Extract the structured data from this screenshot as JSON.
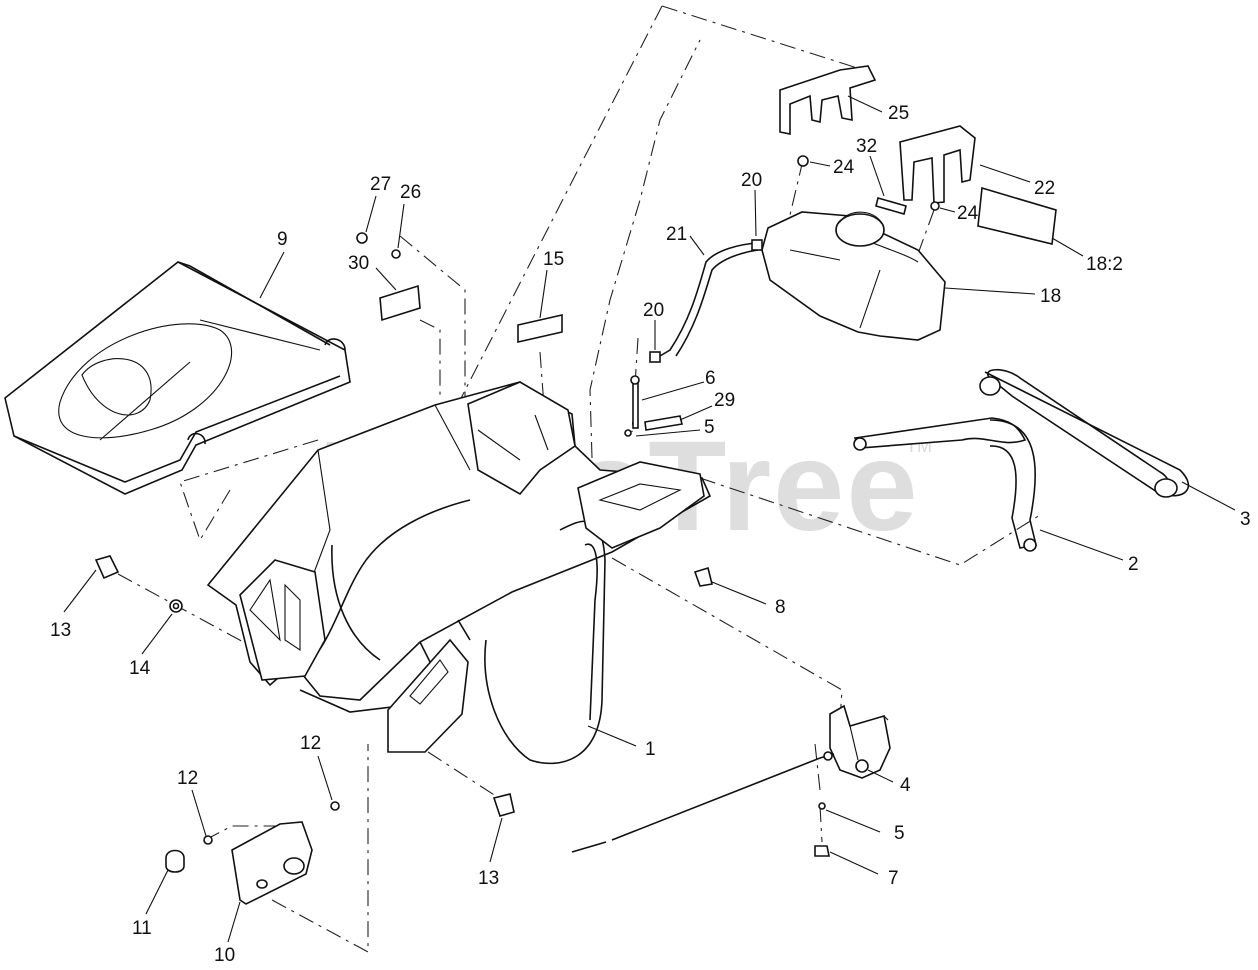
{
  "watermark": {
    "text": "PartsTree",
    "mark": "TM"
  },
  "callouts": [
    {
      "id": "c27",
      "text": "27"
    },
    {
      "id": "c26",
      "text": "26"
    },
    {
      "id": "c9",
      "text": "9"
    },
    {
      "id": "c30",
      "text": "30"
    },
    {
      "id": "c15",
      "text": "15"
    },
    {
      "id": "c21",
      "text": "21"
    },
    {
      "id": "c20a",
      "text": "20"
    },
    {
      "id": "c20b",
      "text": "20"
    },
    {
      "id": "c25",
      "text": "25"
    },
    {
      "id": "c24a",
      "text": "24"
    },
    {
      "id": "c32",
      "text": "32"
    },
    {
      "id": "c22",
      "text": "22"
    },
    {
      "id": "c24b",
      "text": "24"
    },
    {
      "id": "c182",
      "text": "18:2"
    },
    {
      "id": "c18",
      "text": "18"
    },
    {
      "id": "c6",
      "text": "6"
    },
    {
      "id": "c29",
      "text": "29"
    },
    {
      "id": "c5a",
      "text": "5"
    },
    {
      "id": "c3",
      "text": "3"
    },
    {
      "id": "c2",
      "text": "2"
    },
    {
      "id": "c8",
      "text": "8"
    },
    {
      "id": "c13a",
      "text": "13"
    },
    {
      "id": "c14",
      "text": "14"
    },
    {
      "id": "c1",
      "text": "1"
    },
    {
      "id": "c12a",
      "text": "12"
    },
    {
      "id": "c12b",
      "text": "12"
    },
    {
      "id": "c4",
      "text": "4"
    },
    {
      "id": "c5b",
      "text": "5"
    },
    {
      "id": "c7",
      "text": "7"
    },
    {
      "id": "c11",
      "text": "11"
    },
    {
      "id": "c13b",
      "text": "13"
    },
    {
      "id": "c10",
      "text": "10"
    }
  ]
}
